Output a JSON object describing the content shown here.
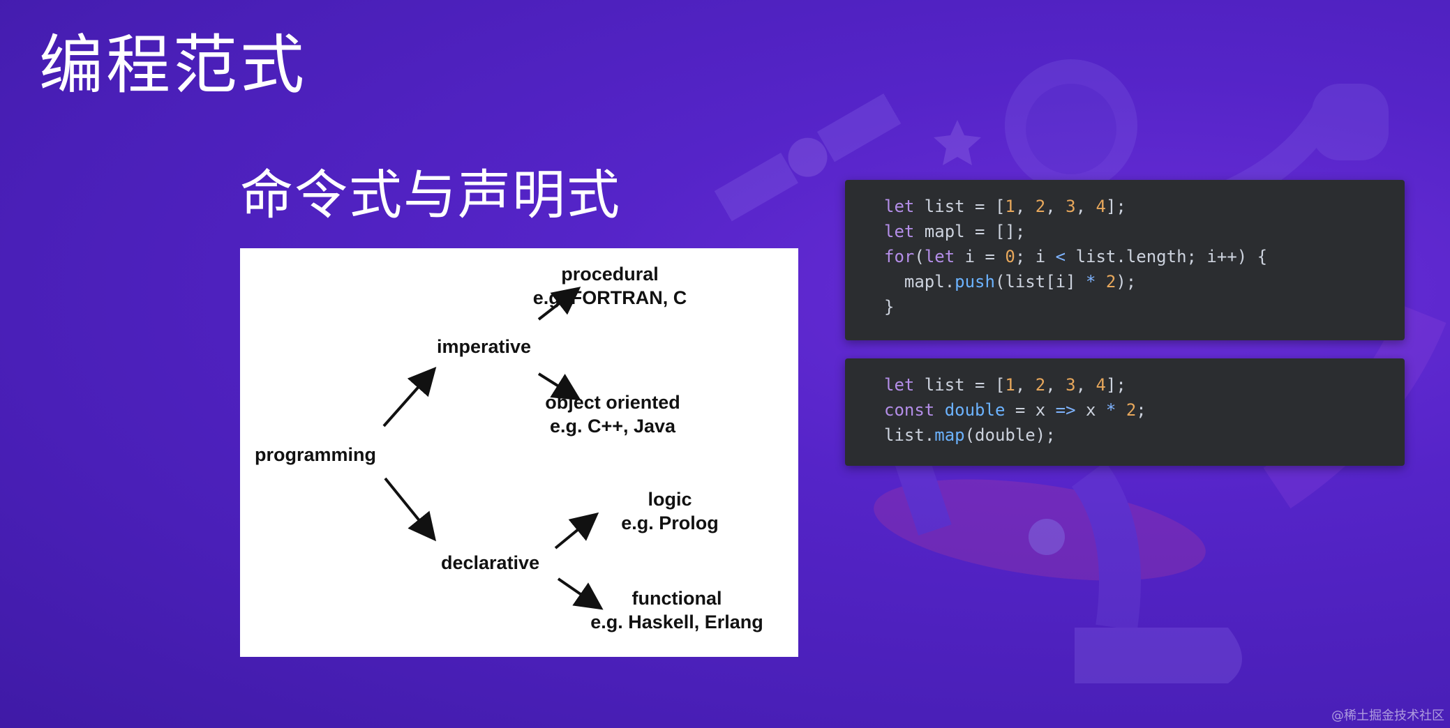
{
  "slide": {
    "title": "编程范式",
    "subtitle": "命令式与声明式",
    "watermark": "@稀土掘金技术社区"
  },
  "diagram": {
    "root": "programming",
    "imperative": "imperative",
    "declarative": "declarative",
    "procedural": "procedural",
    "procedural_example": "e.g. FORTRAN, C",
    "object_oriented": "object oriented",
    "object_oriented_example": "e.g. C++, Java",
    "logic": "logic",
    "logic_example": "e.g. Prolog",
    "functional": "functional",
    "functional_example": "e.g. Haskell, Erlang"
  },
  "code_imperative": [
    [
      {
        "t": "let",
        "c": "kw"
      },
      {
        "t": " list = [",
        "c": ""
      },
      {
        "t": "1",
        "c": "num"
      },
      {
        "t": ", ",
        "c": ""
      },
      {
        "t": "2",
        "c": "num"
      },
      {
        "t": ", ",
        "c": ""
      },
      {
        "t": "3",
        "c": "num"
      },
      {
        "t": ", ",
        "c": ""
      },
      {
        "t": "4",
        "c": "num"
      },
      {
        "t": "];",
        "c": ""
      }
    ],
    [
      {
        "t": "let",
        "c": "kw"
      },
      {
        "t": " mapl = [];",
        "c": ""
      }
    ],
    [
      {
        "t": "for",
        "c": "kw"
      },
      {
        "t": "(",
        "c": ""
      },
      {
        "t": "let",
        "c": "kw"
      },
      {
        "t": " i = ",
        "c": ""
      },
      {
        "t": "0",
        "c": "num"
      },
      {
        "t": "; i ",
        "c": ""
      },
      {
        "t": "<",
        "c": "op"
      },
      {
        "t": " list.length; i++) {",
        "c": ""
      }
    ],
    [
      {
        "t": "  mapl.",
        "c": ""
      },
      {
        "t": "push",
        "c": "fn"
      },
      {
        "t": "(list[i] ",
        "c": ""
      },
      {
        "t": "*",
        "c": "op"
      },
      {
        "t": " ",
        "c": ""
      },
      {
        "t": "2",
        "c": "num"
      },
      {
        "t": ");",
        "c": ""
      }
    ],
    [
      {
        "t": "}",
        "c": ""
      }
    ]
  ],
  "code_declarative": [
    [
      {
        "t": "let",
        "c": "kw"
      },
      {
        "t": " list = [",
        "c": ""
      },
      {
        "t": "1",
        "c": "num"
      },
      {
        "t": ", ",
        "c": ""
      },
      {
        "t": "2",
        "c": "num"
      },
      {
        "t": ", ",
        "c": ""
      },
      {
        "t": "3",
        "c": "num"
      },
      {
        "t": ", ",
        "c": ""
      },
      {
        "t": "4",
        "c": "num"
      },
      {
        "t": "];",
        "c": ""
      }
    ],
    [
      {
        "t": "const",
        "c": "kw"
      },
      {
        "t": " ",
        "c": ""
      },
      {
        "t": "double",
        "c": "fn"
      },
      {
        "t": " = x ",
        "c": ""
      },
      {
        "t": "=>",
        "c": "op"
      },
      {
        "t": " x ",
        "c": ""
      },
      {
        "t": "*",
        "c": "op"
      },
      {
        "t": " ",
        "c": ""
      },
      {
        "t": "2",
        "c": "num"
      },
      {
        "t": ";",
        "c": ""
      }
    ],
    [
      {
        "t": "list.",
        "c": ""
      },
      {
        "t": "map",
        "c": "fn"
      },
      {
        "t": "(double);",
        "c": ""
      }
    ]
  ],
  "colors": {
    "background": "#4a1fb8",
    "code_background": "#2b2d30",
    "keyword": "#b48ee8",
    "function": "#6cb3ff",
    "number": "#e8a85c"
  }
}
